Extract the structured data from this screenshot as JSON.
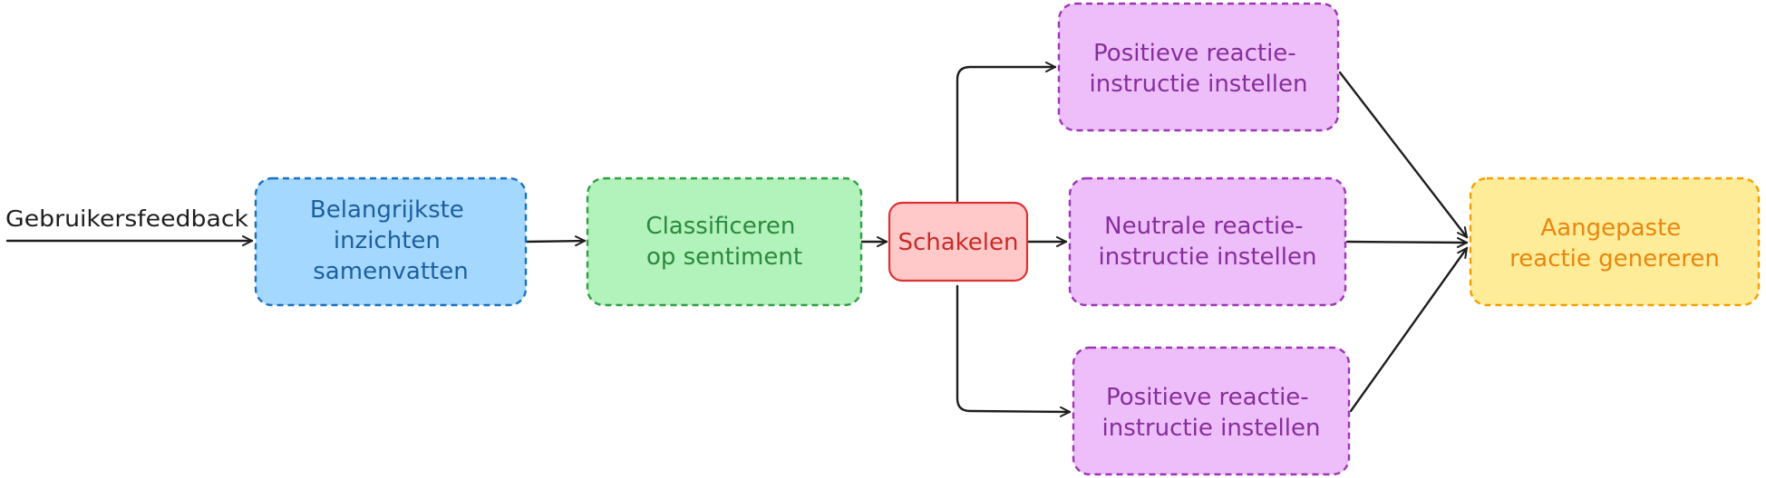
{
  "input_label": "Gebruikersfeedback",
  "nodes": {
    "summarize": {
      "line1": "Belangrijkste",
      "line2": "inzichten",
      "line3": "samenvatten",
      "fill": "#a5d8ff",
      "stroke": "#1971c2",
      "text_color": "#1c5f9e"
    },
    "classify": {
      "line1": "Classificeren",
      "line2": "op sentiment",
      "fill": "#b2f2bb",
      "stroke": "#2f9e44",
      "text_color": "#2b8a3e"
    },
    "switch": {
      "line1": "Schakelen",
      "fill": "#ffc9c9",
      "stroke": "#e03131",
      "text_color": "#c92a2a"
    },
    "positive_top": {
      "line1": "Positieve reactie-",
      "line2": "instructie instellen",
      "fill": "#eebefa",
      "stroke": "#9c36b5",
      "text_color": "#862e9c"
    },
    "neutral": {
      "line1": "Neutrale reactie-",
      "line2": "instructie instellen",
      "fill": "#eebefa",
      "stroke": "#9c36b5",
      "text_color": "#862e9c"
    },
    "positive_bottom": {
      "line1": "Positieve reactie-",
      "line2": "instructie instellen",
      "fill": "#eebefa",
      "stroke": "#9c36b5",
      "text_color": "#862e9c"
    },
    "generate": {
      "line1": "Aangepaste",
      "line2": "reactie genereren",
      "fill": "#ffec99",
      "stroke": "#f59f00",
      "text_color": "#e8870e"
    }
  },
  "edge_color": "#1e1e1e"
}
